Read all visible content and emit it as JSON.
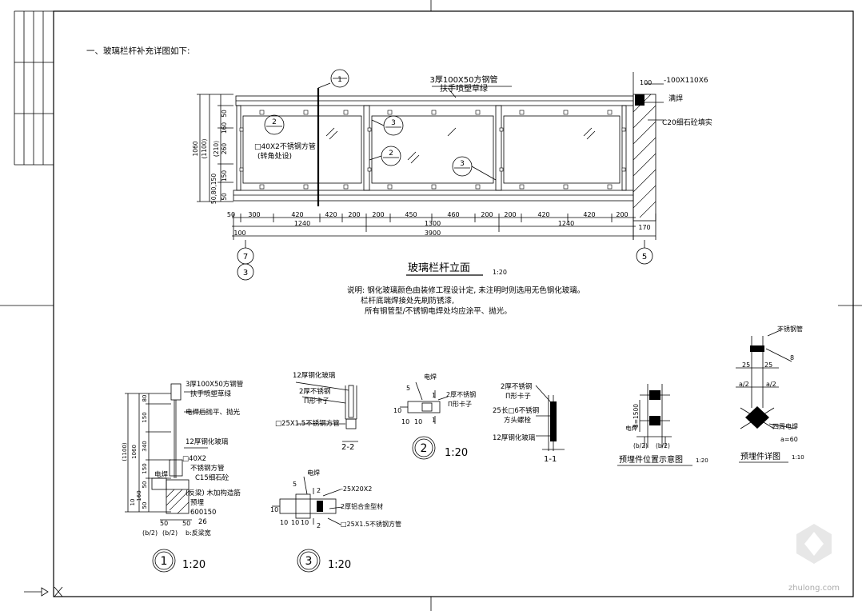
{
  "heading": "一、玻璃栏杆补充详图如下:",
  "elevation": {
    "title": "玻璃栏杆立面",
    "scale": "1:20",
    "callout_top_1": "3厚100X50方钢管",
    "callout_top_2": "扶手喷塑草绿",
    "callout_right_1": "-100X110X6",
    "callout_right_2": "满焊",
    "callout_right_3": "C20细石砼填实",
    "callout_left_1": "□40X2不锈钢方管",
    "callout_left_2": "(转角处设)",
    "dims_bottom": [
      "50",
      "300",
      "420",
      "420",
      "200",
      "200",
      "450",
      "460",
      "200",
      "200",
      "420",
      "420",
      "200"
    ],
    "dims_groups": [
      "1240",
      "1300",
      "1240"
    ],
    "dim_total": "3900",
    "dim_right": "170",
    "dim_left": "100",
    "dims_vertical": [
      "50",
      "160",
      "260",
      "(210)",
      "150",
      "50",
      "50,80,150"
    ],
    "dim_height_1": "(1100)",
    "dim_height_2": "1060",
    "dim_right_top": "100",
    "section_marks": [
      "1",
      "2",
      "3",
      "2",
      "3"
    ],
    "axis_left_top": "7",
    "axis_left_bottom": "3",
    "axis_right": "5"
  },
  "notes": {
    "line1": "说明: 钢化玻璃颜色由装修工程设计定, 未注明时则选用无色钢化玻璃。",
    "line2": "栏杆底端焊接处先刷防锈漆, ",
    "line3": "所有钢管型/不锈钢电焊处均应涂平、抛光。"
  },
  "detail1": {
    "number": "1",
    "scale": "1:20",
    "lines": [
      "3厚100X50方钢管",
      "扶手喷塑草绿",
      "电焊后抛平、抛光",
      "12厚钢化玻璃",
      "□40X2",
      "不锈钢方管",
      "C15细石砼",
      "(反梁)  木加构造筋",
      "预埋",
      "600150",
      "26"
    ],
    "dims_v": [
      "80",
      "150",
      "(1100)",
      "1060",
      "340",
      "150",
      "160",
      "50",
      "10",
      "50"
    ],
    "labels_bottom": [
      "(b/2)",
      "(b/2)",
      "b:反梁宽"
    ],
    "dims_b": [
      "50",
      "50"
    ],
    "weld": "电焊"
  },
  "detail22": {
    "number": "2-2",
    "lines": [
      "12厚钢化玻璃",
      "2厚不锈钢",
      "П形卡子",
      "□25X1.5不锈钢方管"
    ]
  },
  "detail2": {
    "number": "2",
    "scale": "1:20",
    "lines": [
      "电焊",
      "2厚不锈钢",
      "П形卡子"
    ],
    "marks": [
      "1",
      "1"
    ],
    "dims": [
      "5",
      "10",
      "10",
      "10"
    ]
  },
  "detail3": {
    "number": "3",
    "scale": "1:20",
    "lines": [
      "电焊",
      "-25X20X2",
      "2厚铝合金型材",
      "□25X1.5不锈钢方管"
    ],
    "marks": [
      "2",
      "2"
    ],
    "dims": [
      "5",
      "10",
      "10",
      "10",
      "10"
    ]
  },
  "detail11": {
    "number": "1-1",
    "lines": [
      "2厚不锈钢",
      "П形卡子",
      "25长□6不锈钢",
      "方头螺栓",
      "12厚钢化玻璃"
    ]
  },
  "embed_pos": {
    "title": "预埋件位置示意图",
    "scale": "1:20",
    "labels": [
      "电焊",
      "8=1500",
      "(b/2)",
      "(b/2)"
    ]
  },
  "embed_detail": {
    "title": "预埋件详图",
    "scale": "1:10",
    "labels": [
      "不锈钢管",
      "8",
      "25",
      "25",
      "a/2",
      "a/2",
      "四周电焊",
      "a=60"
    ]
  },
  "watermark": "zhulong.com"
}
